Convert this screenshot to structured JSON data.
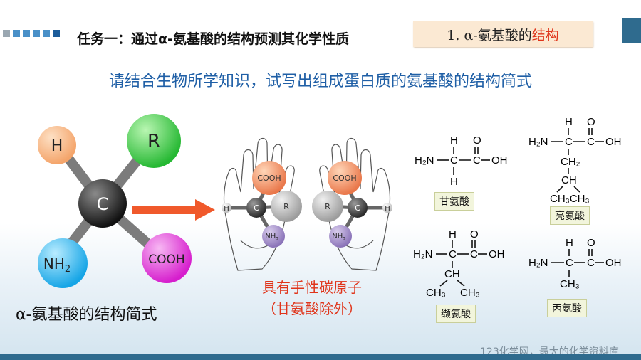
{
  "header": {
    "title": "任务一：通过α-氨基酸的结构预测其化学性质",
    "subtitle_prefix": "1. α-氨基酸的",
    "subtitle_accent": "结构"
  },
  "prompt": "请结合生物所学知识，试写出组成蛋白质的氨基酸的结构简式",
  "model": {
    "atoms": {
      "h": "H",
      "r": "R",
      "c": "C",
      "nh2": "NH",
      "nh2_sub": "2",
      "cooh": "COOH"
    },
    "caption": "α-氨基酸的结构简式"
  },
  "chirality": {
    "line1": "具有手性碳原子",
    "line2": "（甘氨酸除外）",
    "left_hand": {
      "cooh": "COOH",
      "c": "C",
      "r": "R",
      "h": "H",
      "nh2": "NH",
      "nh2_sub": "2"
    },
    "right_hand": {
      "cooh": "COOH",
      "c": "C",
      "r": "R",
      "h": "H",
      "nh2": "NH",
      "nh2_sub": "2"
    }
  },
  "amino_acids": {
    "glycine": {
      "name": "甘氨酸",
      "h_top": "H",
      "o": "O",
      "h2n": "H₂N",
      "c1": "C",
      "c2": "C",
      "oh": "OH",
      "h_bottom": "H"
    },
    "leucine": {
      "name": "亮氨酸",
      "h_top": "H",
      "o": "O",
      "h2n": "H₂N",
      "c1": "C",
      "c2": "C",
      "oh": "OH",
      "ch2": "CH₂",
      "ch": "CH",
      "ch3ch3": "CH₃CH₃"
    },
    "valine": {
      "name": "缬氨酸",
      "h_top": "H",
      "o": "O",
      "h2n": "H₂N",
      "c1": "C",
      "c2": "C",
      "oh": "OH",
      "ch": "CH",
      "ch3_left": "CH₃",
      "ch3_right": "CH₃"
    },
    "alanine": {
      "name": "丙氨酸",
      "h_top": "H",
      "o": "O",
      "h2n": "H₂N",
      "c1": "C",
      "c2": "C",
      "oh": "OH",
      "ch3": "CH₃"
    }
  },
  "watermark": "123化学网，最大的化学资料库",
  "colors": {
    "accent_red": "#e0341a",
    "prompt_blue": "#1f5fa6",
    "bar_blue": "#2f6b8e",
    "square_colors": [
      "#9aa7b1",
      "#4a90c8",
      "#4a90c8",
      "#4a90c8",
      "#4a90c8",
      "#1c5c9a"
    ],
    "atom_h": "#f4a46a",
    "atom_r": "#3ed34a",
    "atom_c": "#2a2a2a",
    "atom_nh2": "#2ab6f0",
    "atom_cooh": "#e03ad8",
    "arrow": "#f0592b"
  }
}
